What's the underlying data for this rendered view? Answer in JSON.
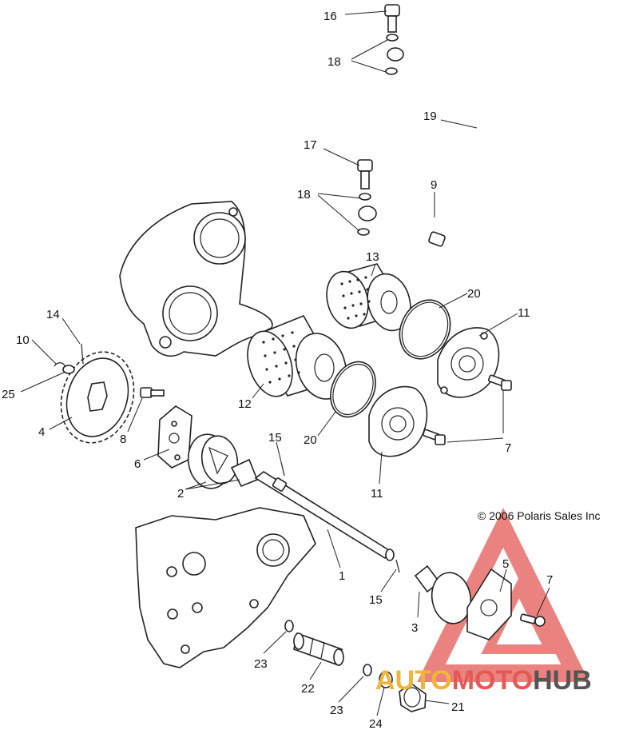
{
  "copyright": "© 2006 Polaris Sales Inc",
  "watermark": {
    "part1": "AUTO",
    "part2": "MOTO",
    "part3": "HUB",
    "colors": {
      "auto": "#f0b43a",
      "moto": "#e35a55",
      "hub": "#555555",
      "triangle": "#e35a55"
    }
  },
  "callouts": [
    {
      "id": "c16",
      "text": "16"
    },
    {
      "id": "c18a",
      "text": "18"
    },
    {
      "id": "c19",
      "text": "19"
    },
    {
      "id": "c17",
      "text": "17"
    },
    {
      "id": "c18b",
      "text": "18"
    },
    {
      "id": "c9",
      "text": "9"
    },
    {
      "id": "c13",
      "text": "13"
    },
    {
      "id": "c20a",
      "text": "20"
    },
    {
      "id": "c11a",
      "text": "11"
    },
    {
      "id": "c14",
      "text": "14"
    },
    {
      "id": "c10",
      "text": "10"
    },
    {
      "id": "c25",
      "text": "25"
    },
    {
      "id": "c4",
      "text": "4"
    },
    {
      "id": "c12",
      "text": "12"
    },
    {
      "id": "c8",
      "text": "8"
    },
    {
      "id": "c6",
      "text": "6"
    },
    {
      "id": "c20b",
      "text": "20"
    },
    {
      "id": "c15a",
      "text": "15"
    },
    {
      "id": "c7a",
      "text": "7"
    },
    {
      "id": "c2",
      "text": "2"
    },
    {
      "id": "c11b",
      "text": "11"
    },
    {
      "id": "c5",
      "text": "5"
    },
    {
      "id": "c7b",
      "text": "7"
    },
    {
      "id": "c1",
      "text": "1"
    },
    {
      "id": "c15b",
      "text": "15"
    },
    {
      "id": "c3",
      "text": "3"
    },
    {
      "id": "c23a",
      "text": "23"
    },
    {
      "id": "c22",
      "text": "22"
    },
    {
      "id": "c23b",
      "text": "23"
    },
    {
      "id": "c21",
      "text": "21"
    },
    {
      "id": "c24",
      "text": "24"
    }
  ]
}
